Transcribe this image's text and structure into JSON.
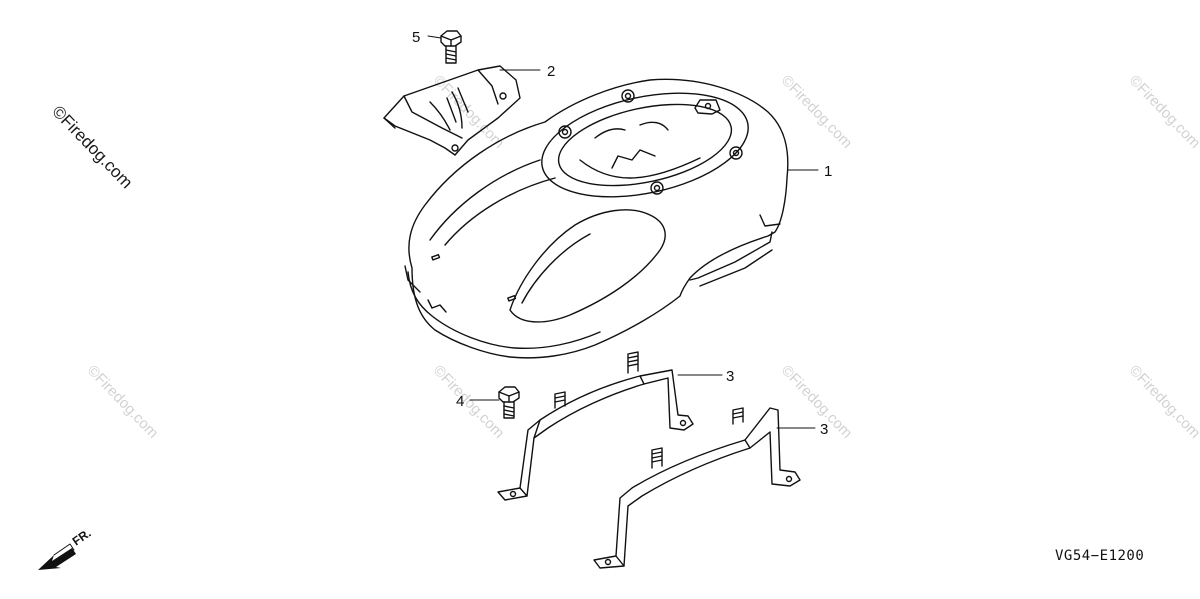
{
  "watermark": {
    "main": "©Firedog.com",
    "faint": "©Firedog.com"
  },
  "callouts": {
    "part1": "1",
    "part2": "2",
    "part3a": "3",
    "part3b": "3",
    "part4": "4",
    "part5": "5"
  },
  "front_indicator": {
    "label": "FR."
  },
  "document_code": "VG54−E1200",
  "colors": {
    "line": "#111111",
    "background": "#ffffff",
    "watermark": "#d2d2d2"
  }
}
